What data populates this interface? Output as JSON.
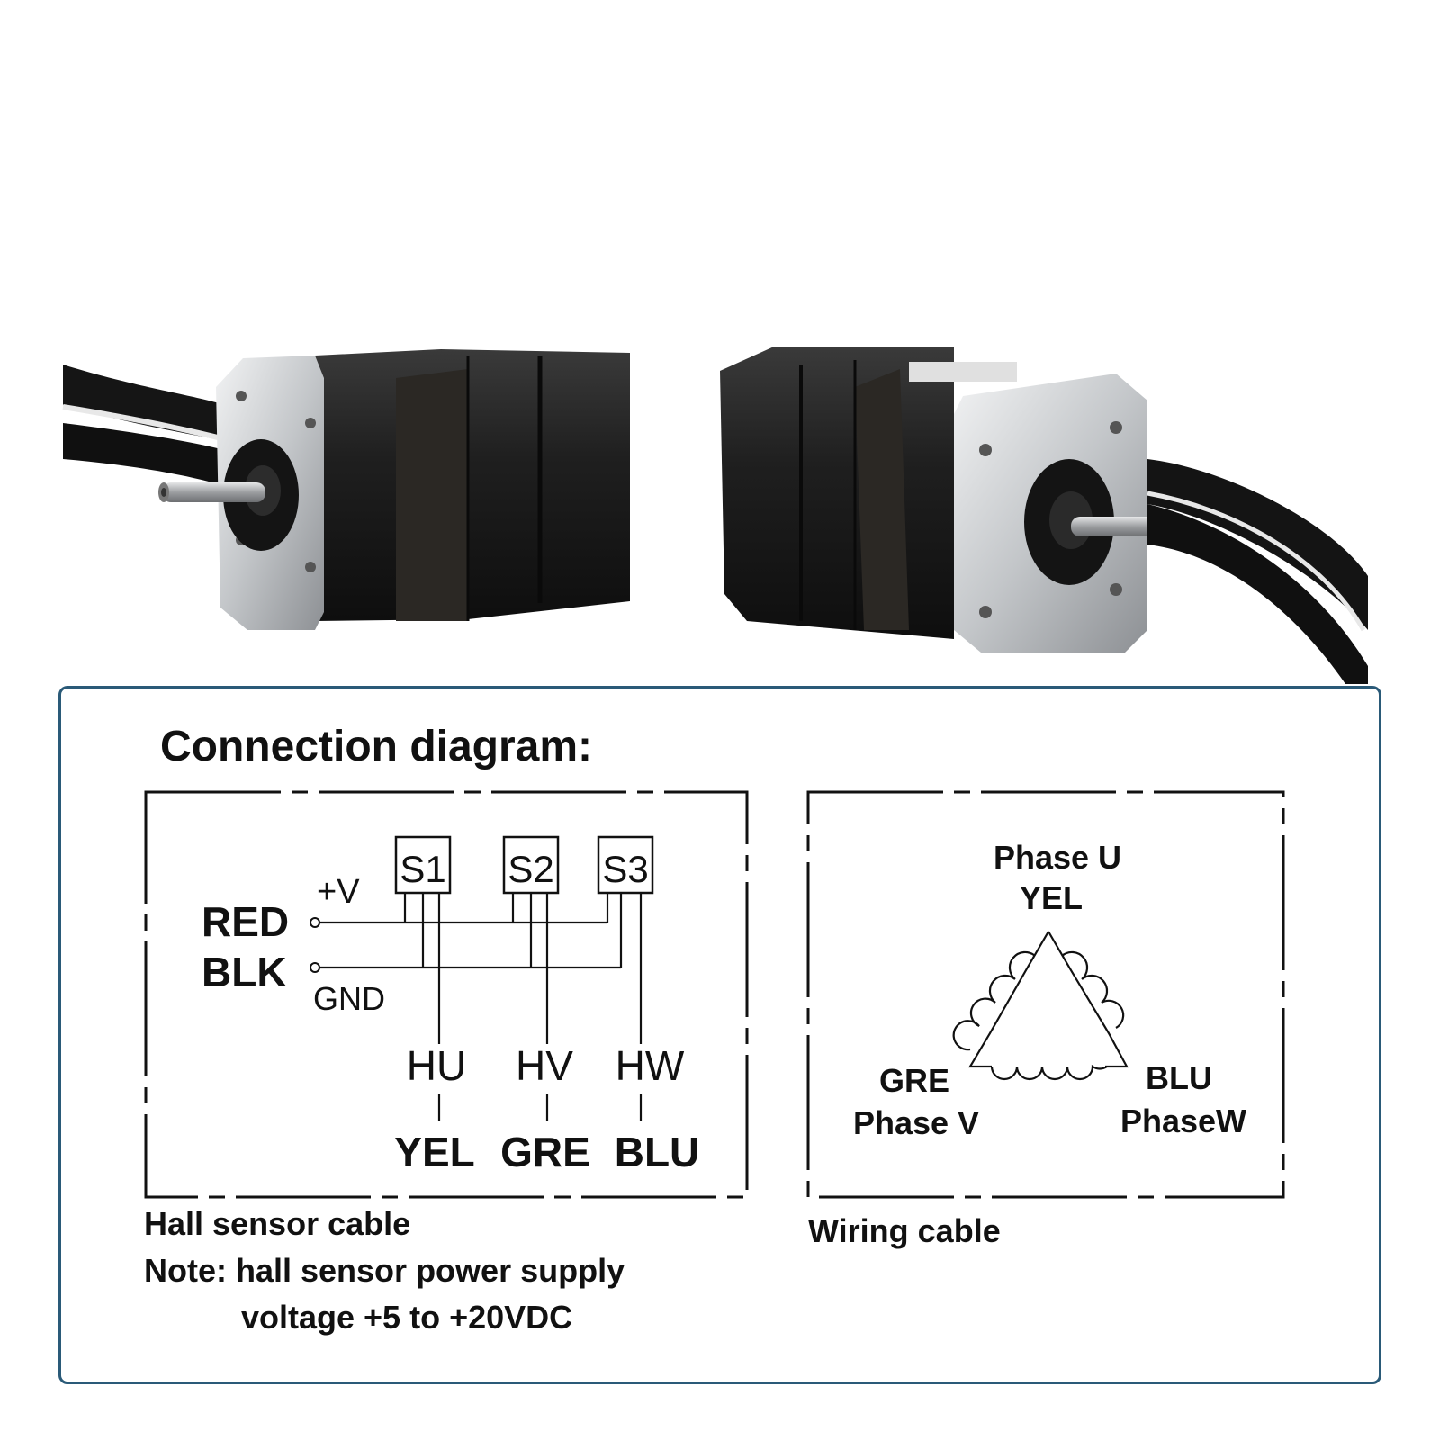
{
  "diagram": {
    "title": "Connection diagram:",
    "hall": {
      "sensors": [
        "S1",
        "S2",
        "S3"
      ],
      "vplus": "+V",
      "red": "RED",
      "blk": "BLK",
      "gnd": "GND",
      "outputs": [
        "HU",
        "HV",
        "HW"
      ],
      "colors": [
        "YEL",
        "GRE",
        "BLU"
      ],
      "caption": "Hall sensor cable",
      "note_line1": "Note: hall sensor power supply",
      "note_line2": "voltage +5 to +20VDC"
    },
    "wiring": {
      "phase_u": "Phase U",
      "yel": "YEL",
      "gre": "GRE",
      "phase_v": "Phase V",
      "blu": "BLU",
      "phase_w": "PhaseW",
      "caption": "Wiring cable"
    }
  },
  "colors": {
    "frame": "#2a5a78",
    "motor_body": "#1c1c1c",
    "flange": "#c9cbcd",
    "cable": "#121212"
  },
  "icons": [
    "brushless-motor-left",
    "brushless-motor-right",
    "hall-sensor",
    "coil-winding"
  ]
}
